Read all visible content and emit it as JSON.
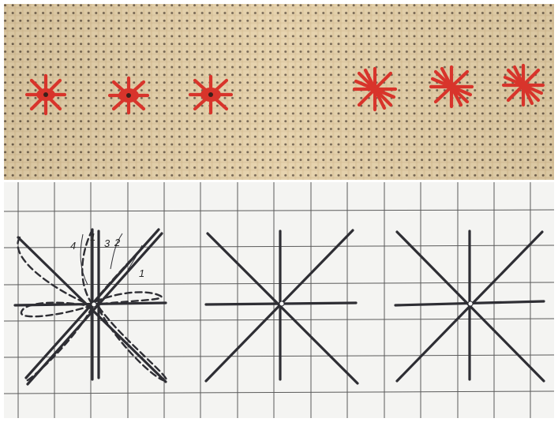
{
  "photo": {
    "fabric_color": "#e4cfa8",
    "hole_color": "#5a4a3a",
    "thread_color": "#d8322a",
    "stitch_count": 6
  },
  "diagram": {
    "paper_color": "#f4f4f2",
    "grid_color": "#555555",
    "ink_color": "#2e2e34",
    "step_labels": [
      "4",
      "1",
      "3",
      "2",
      "1"
    ]
  }
}
